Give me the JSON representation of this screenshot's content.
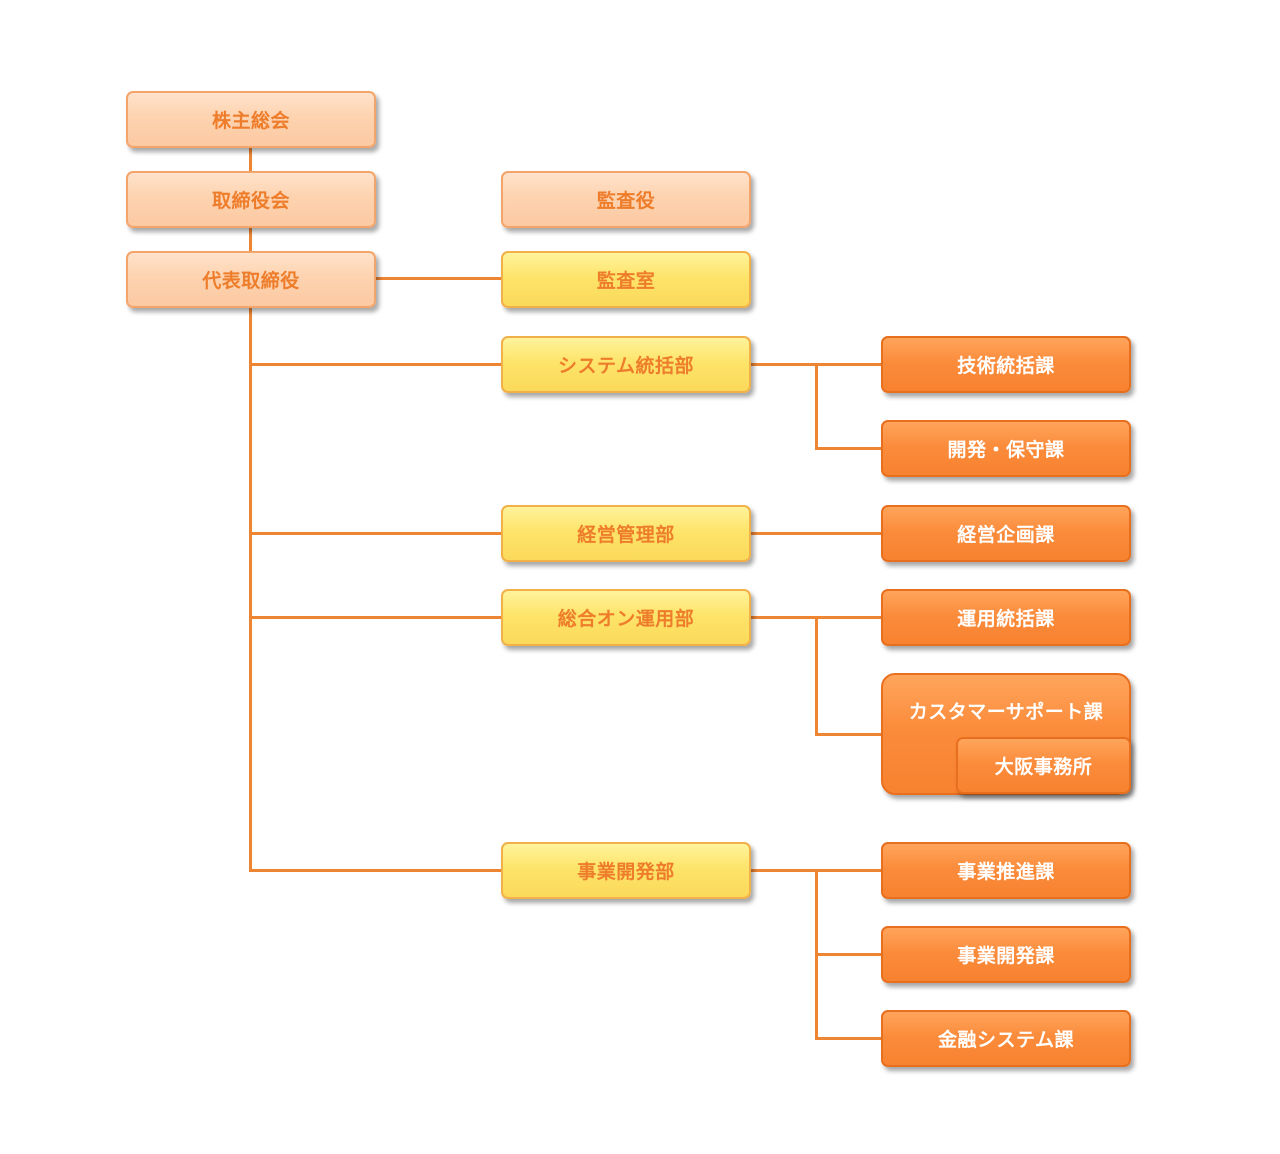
{
  "org": {
    "shareholders": "株主総会",
    "board": "取締役会",
    "ceo": "代表取締役",
    "auditor": "監査役",
    "audit_office": "監査室",
    "departments": {
      "system": "システム統括部",
      "management": "経営管理部",
      "operations": "総合オン運用部",
      "business_dev": "事業開発部"
    },
    "sections": {
      "tech": "技術統括課",
      "dev_maint": "開発・保守課",
      "planning": "経営企画課",
      "ops_control": "運用統括課",
      "customer_support": "カスタマーサポート課",
      "osaka_office": "大阪事務所",
      "biz_promo": "事業推進課",
      "biz_dev": "事業開発課",
      "finance_sys": "金融システム課"
    }
  },
  "colors": {
    "line": "#ee8533",
    "peach": "#fdd3b0",
    "yellow": "#fde46a",
    "orange": "#fb8c3c",
    "text_orange": "#ee7d2b",
    "text_white": "#ffffff"
  }
}
